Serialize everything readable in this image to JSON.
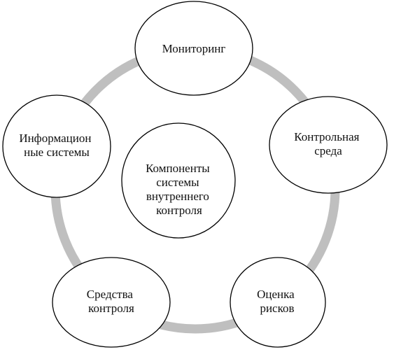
{
  "colors": {
    "ring": "#bfbfbf",
    "node_fill": "#ffffff",
    "node_stroke": "#000000",
    "text": "#111111"
  },
  "center": {
    "lines": [
      "Компоненты",
      "системы",
      "внутреннего",
      "контроля"
    ]
  },
  "nodes": [
    {
      "id": "monitoring",
      "lines": [
        "Мониторинг"
      ]
    },
    {
      "id": "control-environment",
      "lines": [
        "Контрольная",
        "среда"
      ]
    },
    {
      "id": "risk-assessment",
      "lines": [
        "Оценка",
        "рисков"
      ]
    },
    {
      "id": "control-means",
      "lines": [
        "Средства",
        "контроля"
      ]
    },
    {
      "id": "information-systems",
      "lines": [
        "Информацион",
        "ные системы"
      ]
    }
  ]
}
